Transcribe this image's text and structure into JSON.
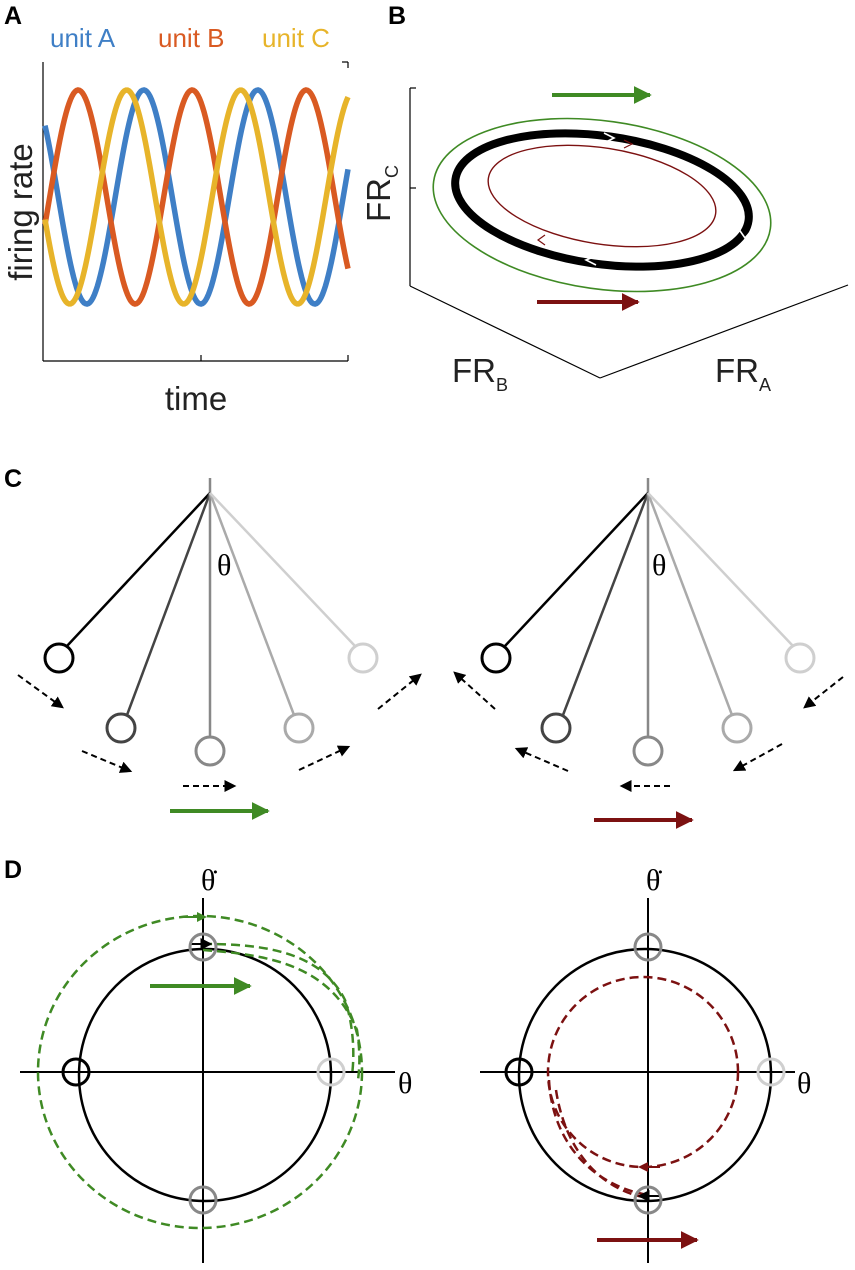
{
  "panels": {
    "a": "A",
    "b": "B",
    "c": "C",
    "d": "D"
  },
  "panel_a": {
    "legend": [
      {
        "label": "unit A",
        "color": "#3f7fc6"
      },
      {
        "label": "unit B",
        "color": "#d95a22"
      },
      {
        "label": "unit C",
        "color": "#e7b42a"
      }
    ],
    "ylabel": "firing rate",
    "xlabel": "time"
  },
  "panel_b": {
    "z_label": "FR",
    "z_sub": "C",
    "y_label": "FR",
    "y_sub": "B",
    "x_label": "FR",
    "x_sub": "A",
    "colors": {
      "forward": "#3f8a24",
      "backward": "#7c1111",
      "nominal": "#000000"
    }
  },
  "panel_c": {
    "theta": "θ"
  },
  "panel_d": {
    "theta": "θ",
    "theta_dot": "θ̇"
  },
  "colors": {
    "green": "#3f8a24",
    "darkred": "#7c1111"
  }
}
